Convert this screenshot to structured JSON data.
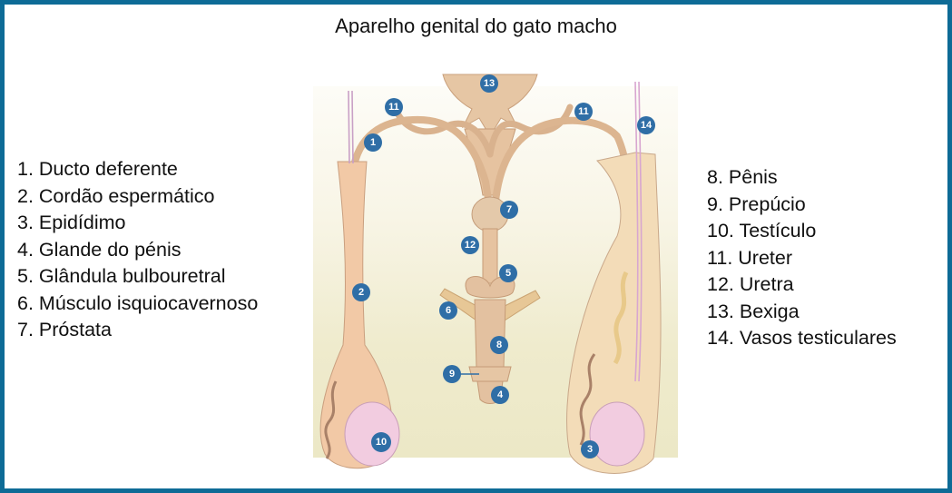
{
  "title": "Aparelho genital do gato macho",
  "legend_left": [
    "1. Ducto deferente",
    "2. Cordão espermático",
    "3. Epidídimo",
    "4. Glande do pénis",
    "5. Glândula bulbouretral",
    "6. Músculo isquiocavernoso",
    "7. Próstata"
  ],
  "legend_right": [
    "8. Pênis",
    "9. Prepúcio",
    "10. Testículo",
    "11. Ureter",
    "12. Uretra",
    "13. Bexiga",
    "14. Vasos testiculares"
  ],
  "markers": {
    "m1": "1",
    "m2": "2",
    "m3": "3",
    "m4": "4",
    "m5": "5",
    "m6": "6",
    "m7": "7",
    "m8": "8",
    "m9": "9",
    "m10": "10",
    "m11a": "11",
    "m11b": "11",
    "m12": "12",
    "m13": "13",
    "m14": "14"
  },
  "colors": {
    "border": "#0e6b96",
    "marker": "#2f6ea6",
    "tissue": "#e9c9a6",
    "testis": "#f2cce0"
  }
}
